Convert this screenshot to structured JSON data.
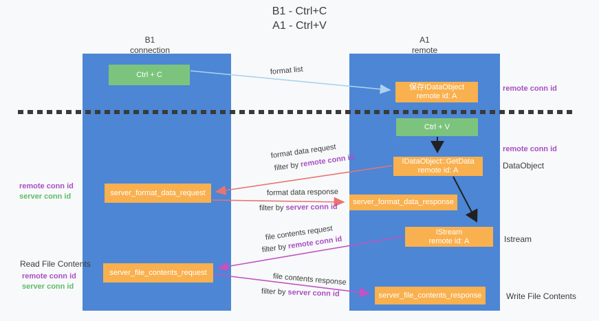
{
  "title": {
    "line1": "B1 - Ctrl+C",
    "line2": "A1 - Ctrl+V"
  },
  "lifelines": {
    "left": {
      "title": "B1",
      "subtitle": "connection"
    },
    "right": {
      "title": "A1",
      "subtitle": "remote"
    }
  },
  "nodes": {
    "ctrl_c": {
      "label": "Ctrl + C"
    },
    "ctrl_v": {
      "label": "Ctrl + V"
    },
    "save_dataobject": {
      "line1": "保存IDataObject",
      "line2": "remote id: A"
    },
    "getdata": {
      "line1": "IDataObject::GetData",
      "line2": "remote id: A"
    },
    "istream": {
      "line1": "IStream",
      "line2": "remote id: A"
    },
    "server_format_data_request": {
      "label": "server_format_data_request"
    },
    "server_format_data_response": {
      "label": "server_format_data_response"
    },
    "server_file_contents_request": {
      "label": "server_file_contents_request"
    },
    "server_file_contents_response": {
      "label": "server_file_contents_response"
    }
  },
  "side_labels": {
    "right_top_remote_conn_id": "remote conn id",
    "right_mid_remote_conn_id": "remote conn id",
    "dataobject": "DataObject",
    "istream": "Istream",
    "write_file_contents": "Write File Contents",
    "left_remote_conn_id": "remote conn id",
    "left_server_conn_id": "server conn id",
    "read_file_contents": "Read File Contents",
    "left_remote_conn_id_2": "remote conn id",
    "left_server_conn_id_2": "server conn id"
  },
  "arrow_labels": {
    "format_list": "format list",
    "format_data_request": "format data request",
    "format_data_response": "format data response",
    "file_contents_request": "file contents request",
    "file_contents_response": "file contents response",
    "filter_by": "filter by ",
    "remote_conn_id": "remote conn id",
    "server_conn_id": "server conn id"
  },
  "colors": {
    "background": "#f8f9fa",
    "lifeline_blue": "#4c86d5",
    "box_green": "#7cc47d",
    "box_orange": "#f9b04e",
    "accent_purple": "#a94fc4",
    "accent_green": "#5fbb67",
    "arrow_red": "#e87373",
    "arrow_magenta": "#c352c3",
    "arrow_lightblue": "#a9d3ee",
    "arrow_black": "#212121",
    "divider_dark": "#3a3a3a"
  }
}
